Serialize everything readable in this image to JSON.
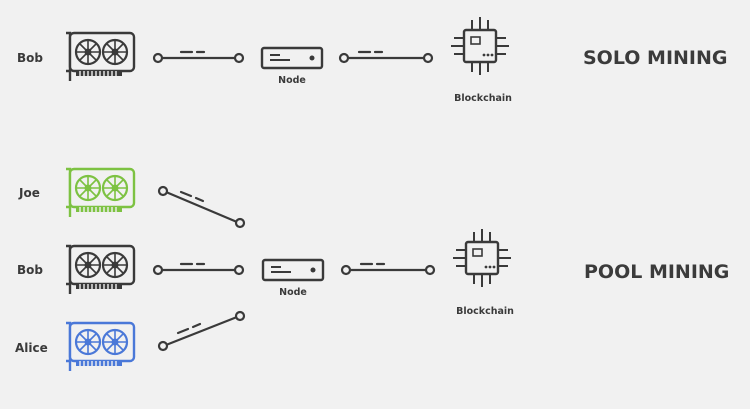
{
  "solo": {
    "miner_name": "Bob",
    "node_label": "Node",
    "blockchain_label": "Blockchain",
    "title": "SOLO MINING",
    "gpu_color": "#3a3a3a"
  },
  "pool": {
    "miners": [
      {
        "name": "Joe",
        "gpu_color": "#7dc242"
      },
      {
        "name": "Bob",
        "gpu_color": "#3a3a3a"
      },
      {
        "name": "Alice",
        "gpu_color": "#4a78d8"
      }
    ],
    "node_label": "Node",
    "blockchain_label": "Blockchain",
    "title": "POOL MINING"
  },
  "colors": {
    "background": "#f1f1f1",
    "line": "#3a3a3a"
  }
}
